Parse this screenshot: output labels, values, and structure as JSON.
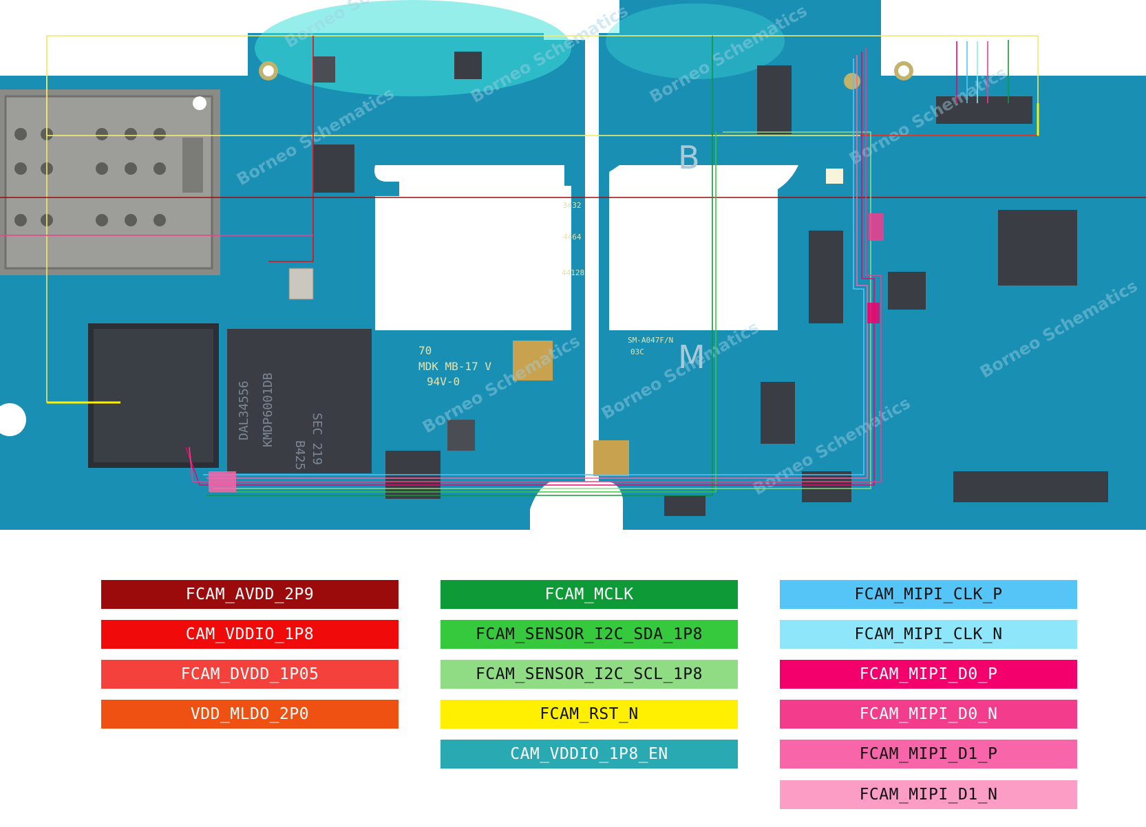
{
  "board": {
    "left_half": {
      "silkscreen": [
        "70",
        "MDK MB-17 V",
        "94V-0"
      ],
      "ic_markings": [
        "SEC 219",
        "B425",
        "KMDP6001DB",
        "DAL34556"
      ],
      "small_labels": [
        "3432",
        "4464",
        "44128"
      ]
    },
    "right_half": {
      "silkscreen_model": [
        "SM-A047F/N",
        "03C"
      ],
      "letter_b": "B",
      "letter_m": "M"
    },
    "watermark": "Borneo Schematics"
  },
  "legend": {
    "columns": [
      [
        {
          "label": "FCAM_AVDD_2P9",
          "color": "#9b0b0b",
          "text_color": "#ffffff"
        },
        {
          "label": "CAM_VDDIO_1P8",
          "color": "#f00a0a",
          "text_color": "#ffffff"
        },
        {
          "label": "FCAM_DVDD_1P05",
          "color": "#f5413b",
          "text_color": "#ffffff"
        },
        {
          "label": "VDD_MLDO_2P0",
          "color": "#ef5112",
          "text_color": "#ffffff"
        }
      ],
      [
        {
          "label": "FCAM_MCLK",
          "color": "#0d9a37",
          "text_color": "#ffffff"
        },
        {
          "label": "FCAM_SENSOR_I2C_SDA_1P8",
          "color": "#37c93d",
          "text_color": "#111111"
        },
        {
          "label": "FCAM_SENSOR_I2C_SCL_1P8",
          "color": "#8fdc85",
          "text_color": "#111111"
        },
        {
          "label": "FCAM_RST_N",
          "color": "#fff001",
          "text_color": "#111111"
        },
        {
          "label": "CAM_VDDIO_1P8_EN",
          "color": "#29a9b1",
          "text_color": "#ffffff"
        }
      ],
      [
        {
          "label": "FCAM_MIPI_CLK_P",
          "color": "#55c4f7",
          "text_color": "#111111"
        },
        {
          "label": "FCAM_MIPI_CLK_N",
          "color": "#8ee6fb",
          "text_color": "#111111"
        },
        {
          "label": "FCAM_MIPI_D0_P",
          "color": "#f3006c",
          "text_color": "#ffffff"
        },
        {
          "label": "FCAM_MIPI_D0_N",
          "color": "#f33c8c",
          "text_color": "#ffffff"
        },
        {
          "label": "FCAM_MIPI_D1_P",
          "color": "#f865a8",
          "text_color": "#111111"
        },
        {
          "label": "FCAM_MIPI_D1_N",
          "color": "#fb9dc5",
          "text_color": "#111111"
        }
      ]
    ]
  },
  "colors": {
    "pcb": "#1a8fb4",
    "pcb_dark": "#137aa0",
    "trace_outline": "#f2ec6a"
  }
}
